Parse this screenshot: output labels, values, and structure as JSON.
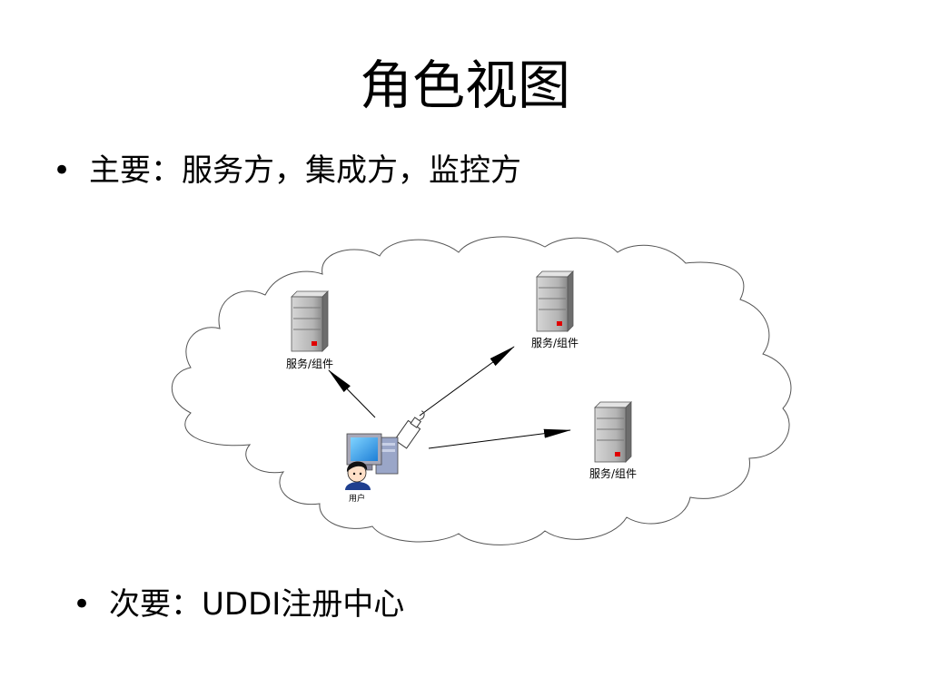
{
  "slide": {
    "title": "角色视图",
    "bullets": [
      {
        "symbol": "•",
        "text": "主要：服务方，集成方，监控方"
      },
      {
        "symbol": "•",
        "text_prefix": "次要：",
        "text_latin": "UDDI",
        "text_suffix": "注册中心"
      }
    ]
  },
  "diagram": {
    "servers": [
      {
        "label": "服务/组件"
      },
      {
        "label": "服务/组件"
      },
      {
        "label": "服务/组件"
      }
    ],
    "user": {
      "label": "用户"
    },
    "colors": {
      "cloud_stroke": "#555555",
      "server_body": "#b8b8b8",
      "server_light": "#e2e2e2",
      "server_dark": "#6f6f6f",
      "server_led": "#e00000",
      "monitor": "#2f9be8"
    }
  }
}
